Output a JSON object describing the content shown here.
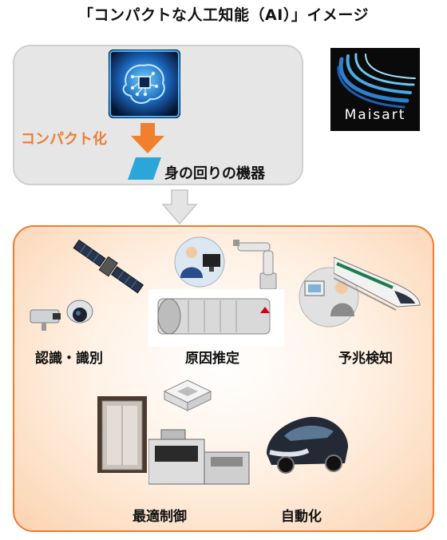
{
  "title": "「コンパクトな人工知能（AI）」イメージ",
  "top_panel": {
    "compact_label": "コンパクト化",
    "device_label": "身の回りの機器"
  },
  "logo": {
    "text": "Maisart"
  },
  "applications": {
    "recognition": "認識・識別",
    "cause": "原因推定",
    "prediction": "予兆検知",
    "optimal_control": "最適制御",
    "automation": "自動化"
  },
  "colors": {
    "accent_orange": "#ed7d31",
    "panel_grey": "#e6e6e6",
    "chip_blue": "#2aa7e0",
    "logo_bg": "#0a0a0a"
  }
}
